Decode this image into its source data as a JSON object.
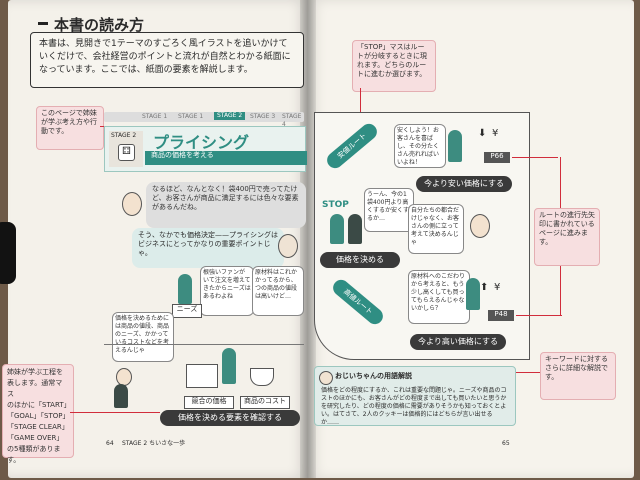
{
  "header": {
    "title": "本書の読み方",
    "intro": "本書は、見開きで1テーマのすごろく風イラストを追いかけていくだけで、会社経営のポイントと流れが自然とわかる紙面になっています。ここでは、紙面の要素を解説します。"
  },
  "callouts": {
    "sisters": "このページで姉妹が学ぶ考え方や行動です。",
    "stop": "「STOP」マスはルートが分岐するときに現れます。どちらのルートに進むか選びます。",
    "route": "ルートの進行先矢印に書かれているページに進みます。",
    "keyword": "キーワードに対するさらに詳細な解説です。",
    "process_lines": [
      "姉妹が学ぶ工程を",
      "表します。通常マス",
      "のほかに「START」",
      "「GOAL」「STOP」",
      "「STAGE CLEAR」",
      "「GAME OVER」",
      "の5種類があります。"
    ]
  },
  "stage_bar": [
    "STAGE 1",
    "STAGE 1",
    "STAGE 2",
    "STAGE 3",
    "STAGE 4"
  ],
  "stage": {
    "badge": "STAGE 2",
    "title": "プライシング",
    "subtitle": "商品の価格を考える"
  },
  "dialogue": {
    "girl1": "なるほど、なんとなく！袋400円で売ってたけど、お客さんが商品に満足するには色々な要素があるんだね。",
    "grandpa1": "そう、なかでも価格決定——プライシングはビジネスにとってかなりの重要ポイントじゃ。",
    "customer": "根強いファンがいて注文を増えてきたからニーズはあるわよね",
    "cost": "原材料はこれかかってるから、つの商品の値段は高いけど…",
    "needs_tag": "ニーズ",
    "left_note": "価格を決めるためには商品の値段、商品のニーズ、かかっているコストなどを考えるんじゃ",
    "competitor_tag": "競合の価格",
    "cost_tag": "商品のコスト",
    "elements_box": "価格を決める要素を確認する",
    "cheap_bubble": "安くしよう！お客さんを喜ばし、その分たくさん売れればいいよね！",
    "stop_bubble": "うーん、今の1袋400円より高くするか安くするか…",
    "expensive_bubble1": "自分たちの都合だけじゃなく、お客さんの側に立って考えて決めるんじゃ",
    "expensive_bubble2": "原材料へのこだわりから考えると、もう少し高くしても買ってもらえるんじゃないかしら？"
  },
  "board": {
    "route_cheap": "安値ルート",
    "route_high": "高値ルート",
    "stop": "STOP",
    "cheap_box": "今より安い価格にする",
    "decide_box": "価格を決める",
    "high_box": "今より高い価格にする",
    "p66": "P66",
    "p48": "P48"
  },
  "glossary": {
    "title": "おじいちゃんの用語解説",
    "text": "価格をどの程度にするか、これは重要な問題じゃ。ニーズや商品のコストのほかにも、お客さんがどの程度まで出しても買いたいと思うかを研究したり、どの程度の価格に需要がありそうかも知っておくとよい。はてさて、2人のクッキーは価格的にはどちらが言い出せるか……"
  },
  "footer": {
    "left_page": "64",
    "left_label": "STAGE 2 ちいさな一歩",
    "right_page": "65"
  }
}
